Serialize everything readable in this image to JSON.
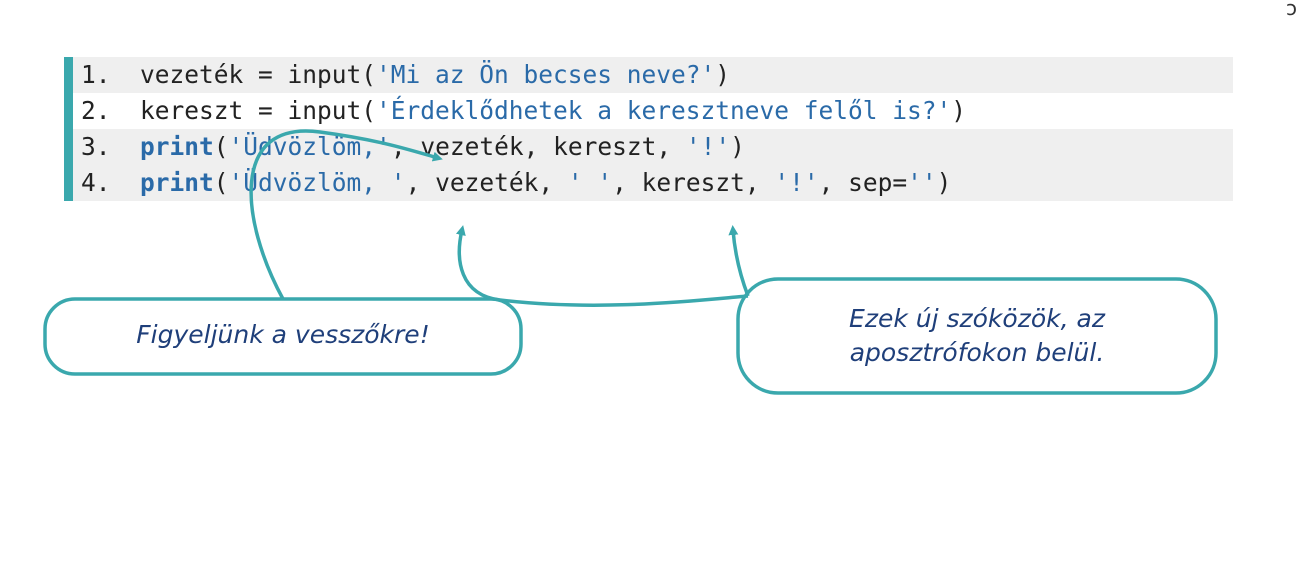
{
  "code": {
    "lines": [
      {
        "num": "1.",
        "tokens": [
          {
            "t": "vezeték = input(",
            "c": "punc"
          },
          {
            "t": "'Mi az Ön becses neve?'",
            "c": "str"
          },
          {
            "t": ")",
            "c": "punc"
          }
        ]
      },
      {
        "num": "2.",
        "tokens": [
          {
            "t": "kereszt = input(",
            "c": "punc"
          },
          {
            "t": "'Érdeklődhetek a keresztneve felől is?'",
            "c": "str"
          },
          {
            "t": ")",
            "c": "punc"
          }
        ]
      },
      {
        "num": "3.",
        "tokens": [
          {
            "t": "print",
            "c": "kw"
          },
          {
            "t": "(",
            "c": "punc"
          },
          {
            "t": "'Üdvözlöm,'",
            "c": "str"
          },
          {
            "t": ", vezeték, kereszt, ",
            "c": "punc"
          },
          {
            "t": "'!'",
            "c": "str"
          },
          {
            "t": ")",
            "c": "punc"
          }
        ]
      },
      {
        "num": "4.",
        "tokens": [
          {
            "t": "print",
            "c": "kw"
          },
          {
            "t": "(",
            "c": "punc"
          },
          {
            "t": "'Üdvözlöm, '",
            "c": "str"
          },
          {
            "t": ", vezeték, ",
            "c": "punc"
          },
          {
            "t": "' '",
            "c": "str"
          },
          {
            "t": ", kereszt, ",
            "c": "punc"
          },
          {
            "t": "'!'",
            "c": "str"
          },
          {
            "t": ", sep=",
            "c": "punc"
          },
          {
            "t": "''",
            "c": "str"
          },
          {
            "t": ")",
            "c": "punc"
          }
        ]
      }
    ]
  },
  "callouts": {
    "left": {
      "text": "Figyeljünk a vesszőkre!"
    },
    "right": {
      "line1": "Ezek új szóközök, az",
      "line2": "aposztrófokon belül."
    }
  },
  "colors": {
    "accent": "#3aa8ad",
    "string": "#2a6aa8",
    "keyword": "#2a6aa8",
    "callout_text": "#1f3f7a",
    "line_shade": "#efefef"
  }
}
